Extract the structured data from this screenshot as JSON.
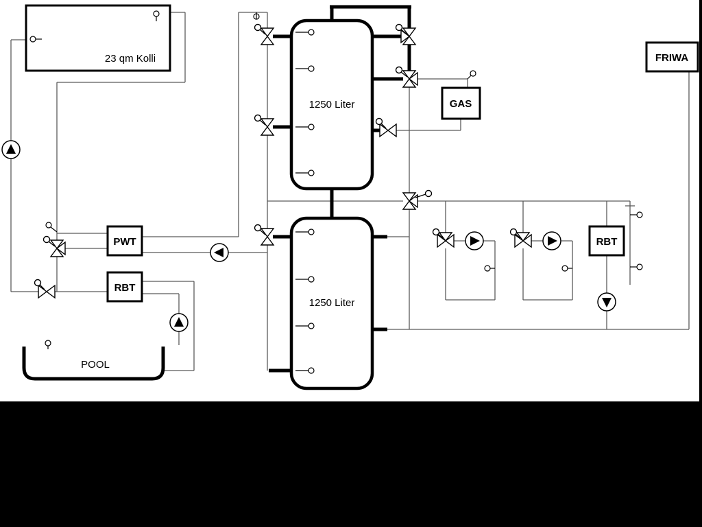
{
  "colors": {
    "background": "#ffffff",
    "letterbox": "#000000",
    "pipe_main": "#000000",
    "pipe_thin": "#5a5a5a"
  },
  "labels": {
    "collector": "23 qm Kolli",
    "tank_top": "1250 Liter",
    "tank_bottom": "1250 Liter",
    "gas": "GAS",
    "friwa": "FRIWA",
    "pwt": "PWT",
    "rbt_left": "RBT",
    "rbt_right": "RBT",
    "pool": "POOL"
  },
  "symbols": {
    "pump_count": 6,
    "valve_count": 11,
    "sensor_count": 16
  }
}
